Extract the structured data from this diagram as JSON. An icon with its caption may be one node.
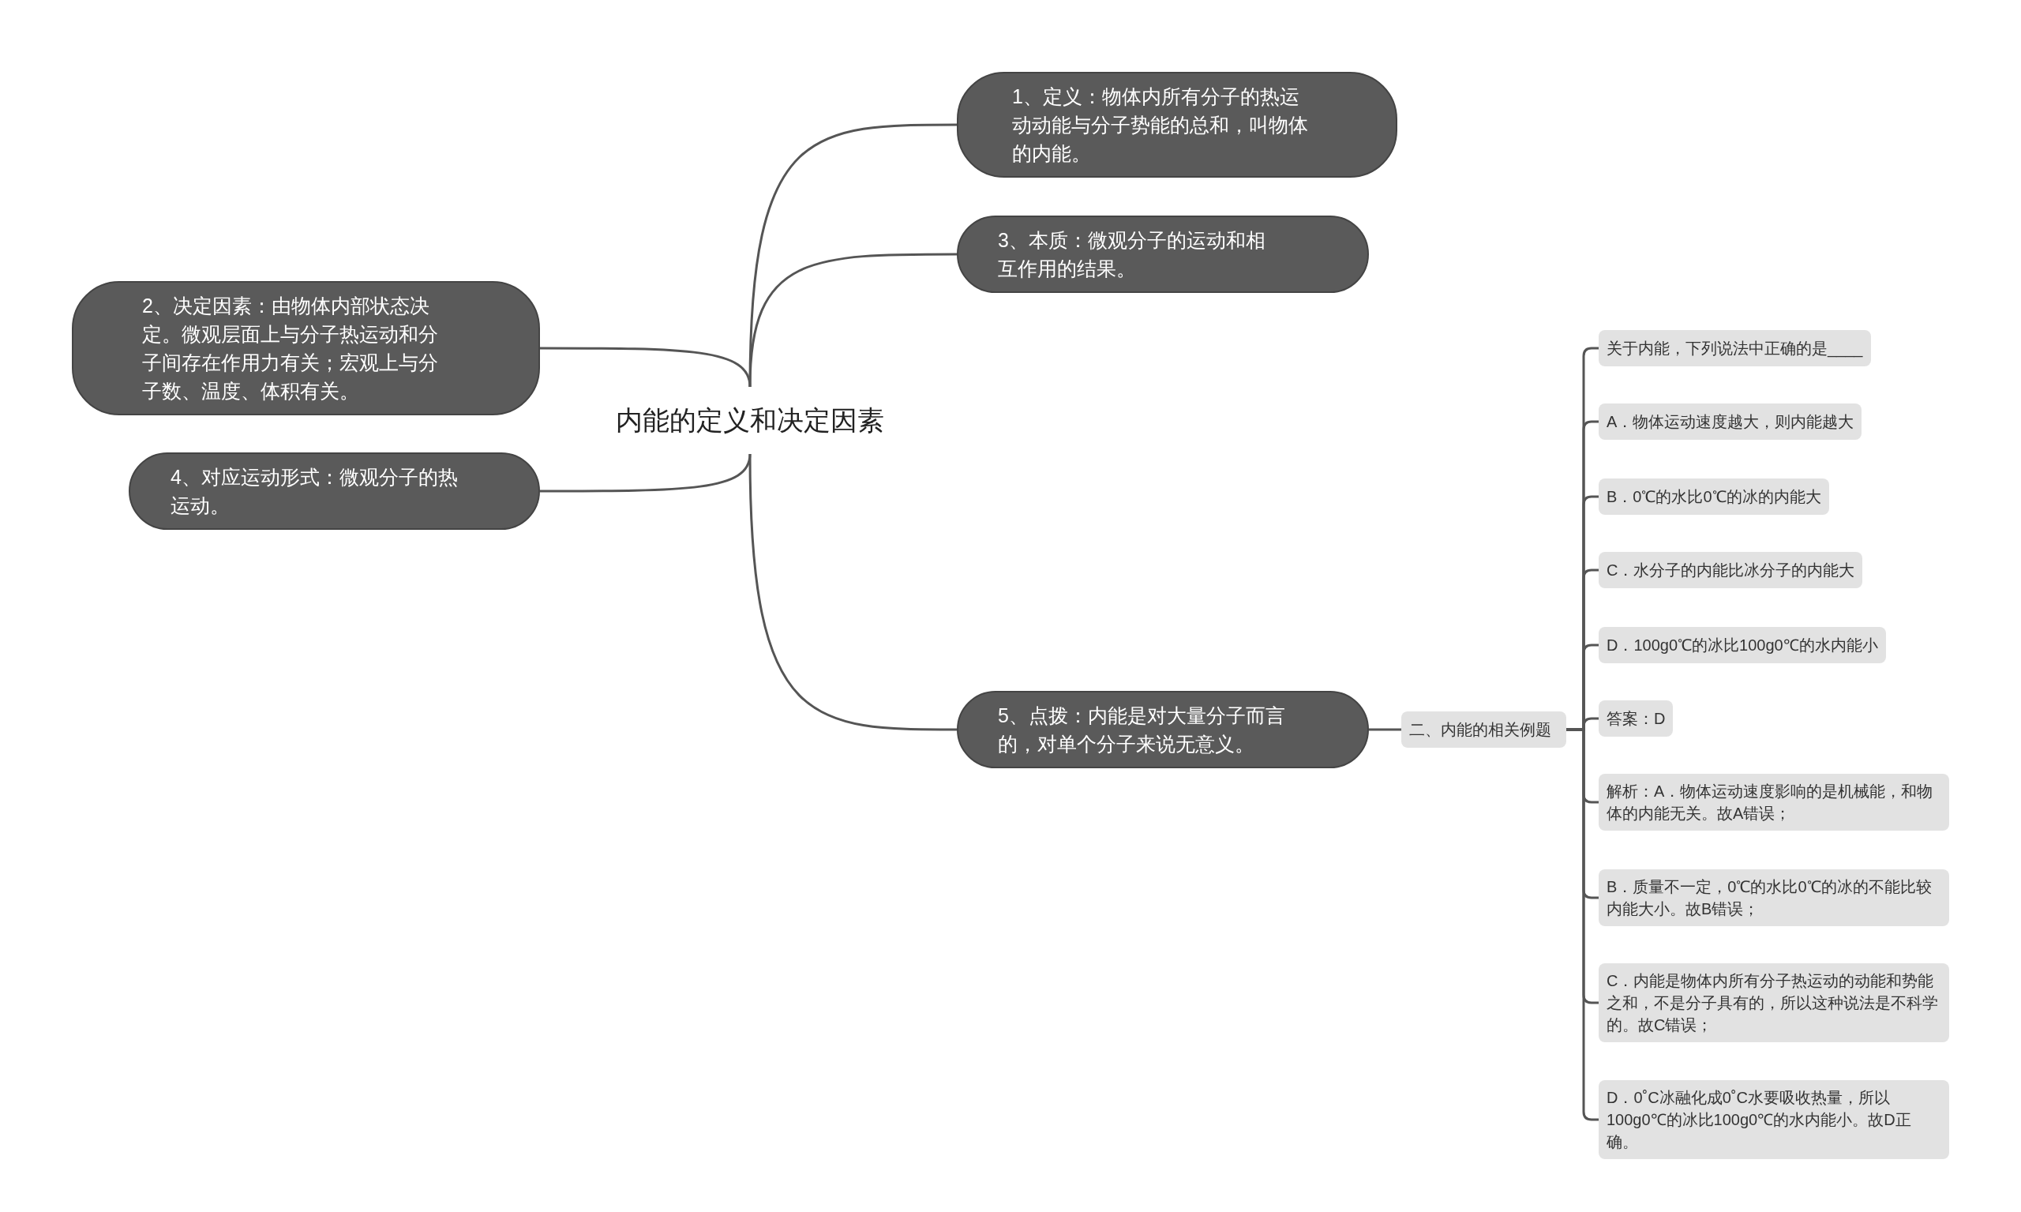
{
  "diagram": {
    "nodes": [
      {
        "text": [
          "内能的定义和决定因素"
        ]
      },
      {
        "text": [
          "1、定义：物体内所有分子的热运动动能与分子势能的总和，叫物体的内能。"
        ]
      },
      {
        "text": [
          "3、本质：微观分子的运动和相互作用的结果。"
        ]
      },
      {
        "text": [
          "2、决定因素：由物体内部状态决定。微观层面上与分子热运动和分子间存在作用力有关；宏观上与分子数、温度、体积有关。"
        ]
      },
      {
        "text": [
          "4、对应运动形式：微观分子的热运动。"
        ]
      },
      {
        "text": [
          "5、点拨：内能是对大量分子而言的，对单个分子来说无意义。"
        ]
      },
      {
        "text": [
          "二、内能的相关例题"
        ]
      },
      {
        "text": [
          "关于内能，下列说法中正确的是____"
        ]
      },
      {
        "text": [
          "A．物体运动速度越大，则内能越大"
        ]
      },
      {
        "text": [
          "B．0℃的水比0℃的冰的内能大"
        ]
      },
      {
        "text": [
          "C．水分子的内能比冰分子的内能大"
        ]
      },
      {
        "text": [
          "D．100g0℃的冰比100g0℃的水内能小"
        ]
      },
      {
        "text": [
          "答案：D"
        ]
      },
      {
        "text": [
          "解析：A．物体运动速度影响的是机械能，和物体的内能无关。故A错误；"
        ]
      },
      {
        "text": [
          "B．质量不一定，0℃的水比0℃的冰的不能比较内能大小。故B错误；"
        ]
      },
      {
        "text": [
          "C．内能是物体内所有分子热运动的动能和势能之和，不是分子具有的，所以这种说法是不科学的。故C错误；"
        ]
      },
      {
        "text": [
          "D．0˚C冰融化成0˚C水要吸收热量，所以100g0℃的冰比100g0℃的水内能小。故D正确。"
        ]
      }
    ],
    "edges": [
      {
        "from": 0,
        "to": 1,
        "arrow": "none"
      },
      {
        "from": 0,
        "to": 2,
        "arrow": "none"
      },
      {
        "from": 0,
        "to": 3,
        "arrow": "none"
      },
      {
        "from": 0,
        "to": 4,
        "arrow": "none"
      },
      {
        "from": 0,
        "to": 5,
        "arrow": "none"
      },
      {
        "from": 5,
        "to": 6,
        "arrow": "none"
      },
      {
        "from": 6,
        "to": 7,
        "arrow": "none"
      },
      {
        "from": 6,
        "to": 8,
        "arrow": "none"
      },
      {
        "from": 6,
        "to": 9,
        "arrow": "none"
      },
      {
        "from": 6,
        "to": 10,
        "arrow": "none"
      },
      {
        "from": 6,
        "to": 11,
        "arrow": "none"
      },
      {
        "from": 6,
        "to": 12,
        "arrow": "none"
      },
      {
        "from": 6,
        "to": 13,
        "arrow": "none"
      },
      {
        "from": 6,
        "to": 14,
        "arrow": "none"
      },
      {
        "from": 6,
        "to": 15,
        "arrow": "none"
      },
      {
        "from": 6,
        "to": 16,
        "arrow": "none"
      }
    ]
  }
}
